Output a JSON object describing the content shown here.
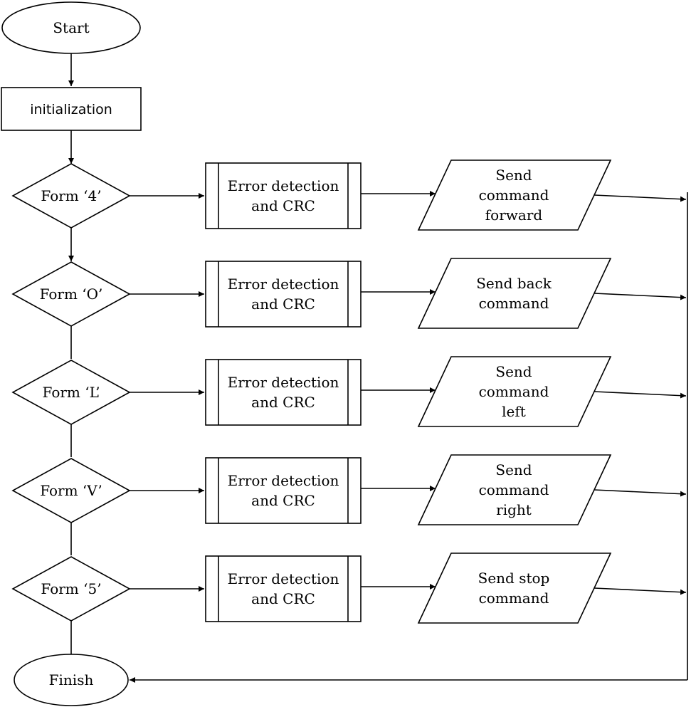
{
  "diagram": {
    "start": "Start",
    "init": "initialization",
    "finish": "Finish",
    "branches": [
      {
        "condition": "Form ‘4’",
        "process": [
          "Error detection",
          "and CRC"
        ],
        "output": [
          "Send",
          "command",
          "forward"
        ]
      },
      {
        "condition": "Form ‘O’",
        "process": [
          "Error detection",
          "and CRC"
        ],
        "output": [
          "Send back",
          "command"
        ]
      },
      {
        "condition": "Form ‘L’",
        "process": [
          "Error detection",
          "and CRC"
        ],
        "output": [
          "Send",
          "command",
          "left"
        ]
      },
      {
        "condition": "Form ‘V’",
        "process": [
          "Error detection",
          "and CRC"
        ],
        "output": [
          "Send",
          "command",
          "right"
        ]
      },
      {
        "condition": "Form ‘5’",
        "process": [
          "Error detection",
          "and CRC"
        ],
        "output": [
          "Send stop",
          "command"
        ]
      }
    ]
  }
}
